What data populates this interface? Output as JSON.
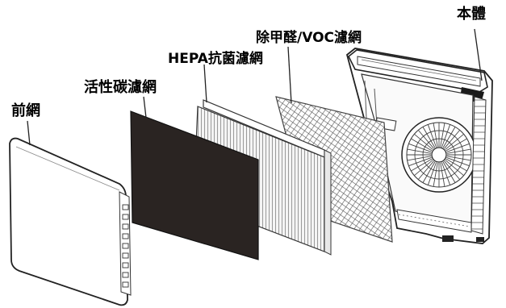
{
  "labels": {
    "body": "本體",
    "voc_filter": "除甲醛/VOC濾網",
    "hepa_filter": "HEPA抗菌濾網",
    "carbon_filter": "活性碳濾網",
    "front_cover": "前網"
  }
}
